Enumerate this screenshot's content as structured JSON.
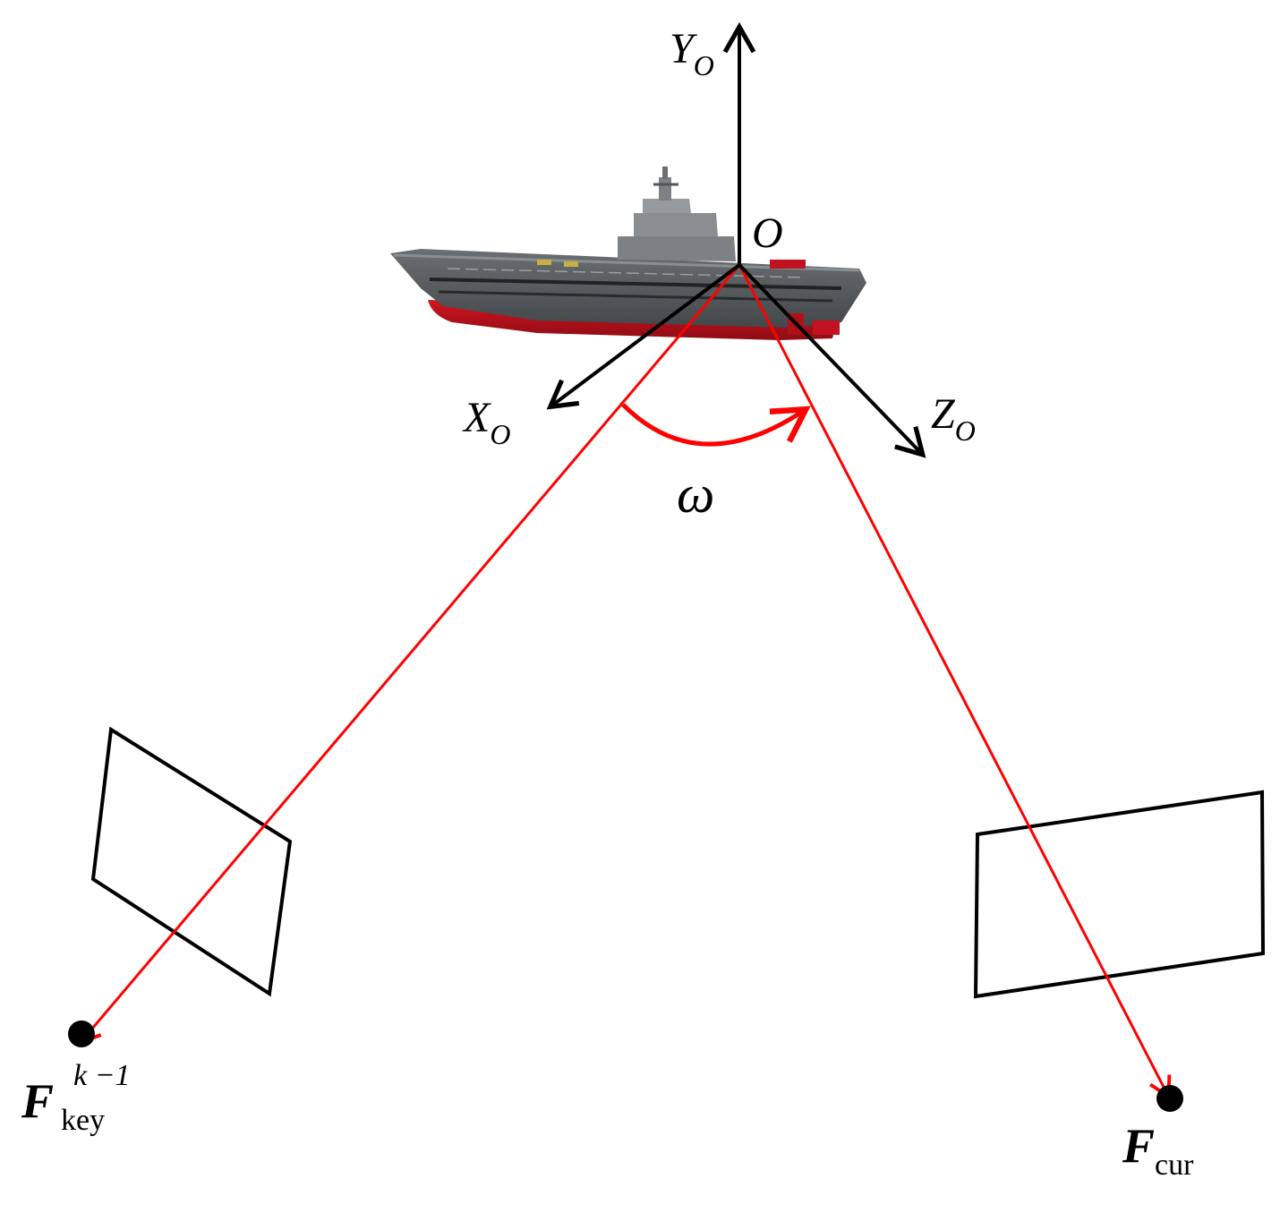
{
  "colors": {
    "axis": "#000000",
    "ray": "#ff0000",
    "frame": "#000000",
    "hull_red": "#c1121f",
    "hull_grey": "#5f6366",
    "deck": "#4a4d50",
    "island": "#7d8184"
  },
  "labels": {
    "y_axis": {
      "main": "Y",
      "sub": "O"
    },
    "x_axis": {
      "main": "X",
      "sub": "O"
    },
    "z_axis": {
      "main": "Z",
      "sub": "O"
    },
    "origin": "O",
    "angle": "ω",
    "keyframe": {
      "main": "F",
      "sub": "key",
      "sup": "k −1"
    },
    "current": {
      "main": "F",
      "sub": "cur"
    }
  },
  "icons": {
    "ship": "aircraft-carrier-icon"
  }
}
